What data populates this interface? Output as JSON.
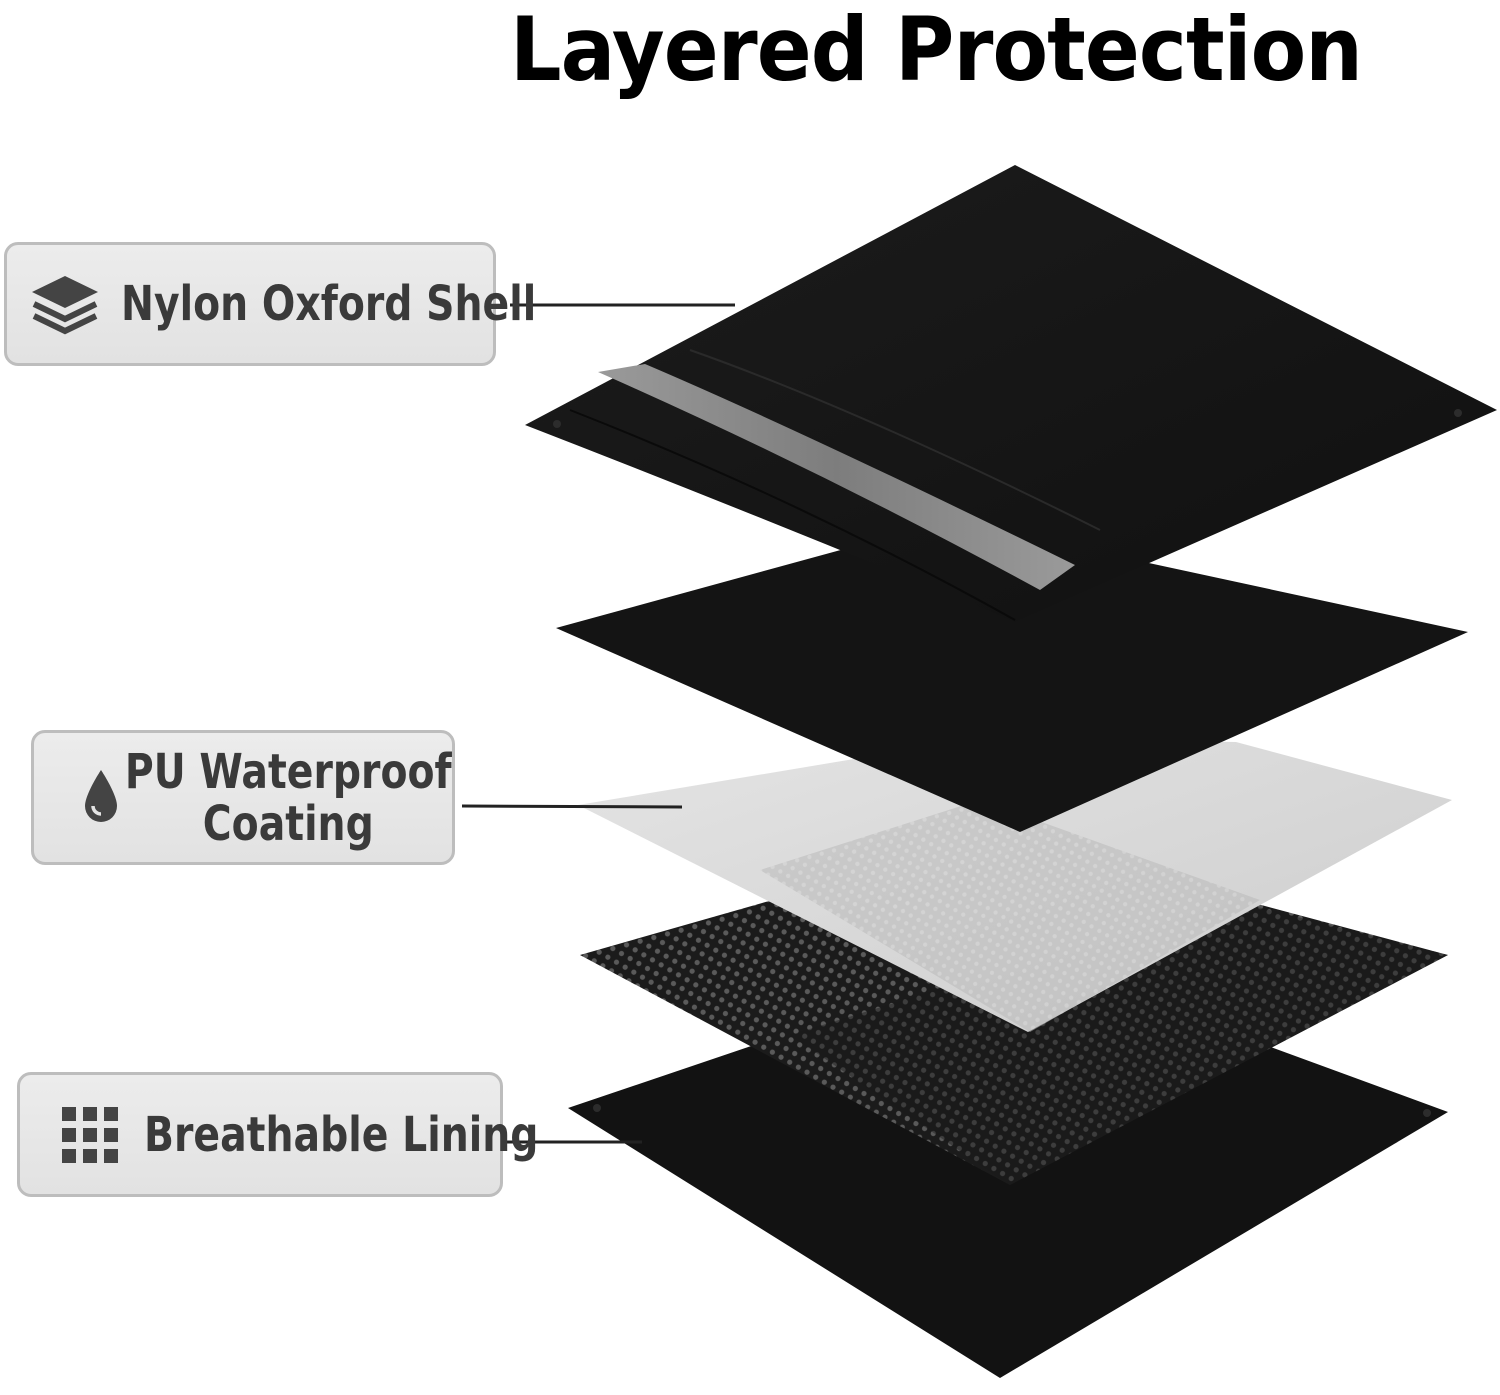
{
  "title": "Layered Protection",
  "layers": [
    {
      "id": "shell",
      "label": "Nylon Oxford Shell",
      "icon": "stacked-layers-icon"
    },
    {
      "id": "coating",
      "label_line1": "PU Waterproof",
      "label_line2": "Coating",
      "icon": "water-drop-icon"
    },
    {
      "id": "lining",
      "label": "Breathable Lining",
      "icon": "grid-mesh-icon"
    }
  ],
  "colors": {
    "background": "#ffffff",
    "title": "#000000",
    "label_text": "#3a3a3a",
    "label_fill": "#e6e6e6",
    "label_border": "#bdbdbd",
    "fabric_dark": "#151515",
    "fabric_stripe": "#8e8e8e",
    "coating_film": "#d9d9d9"
  }
}
